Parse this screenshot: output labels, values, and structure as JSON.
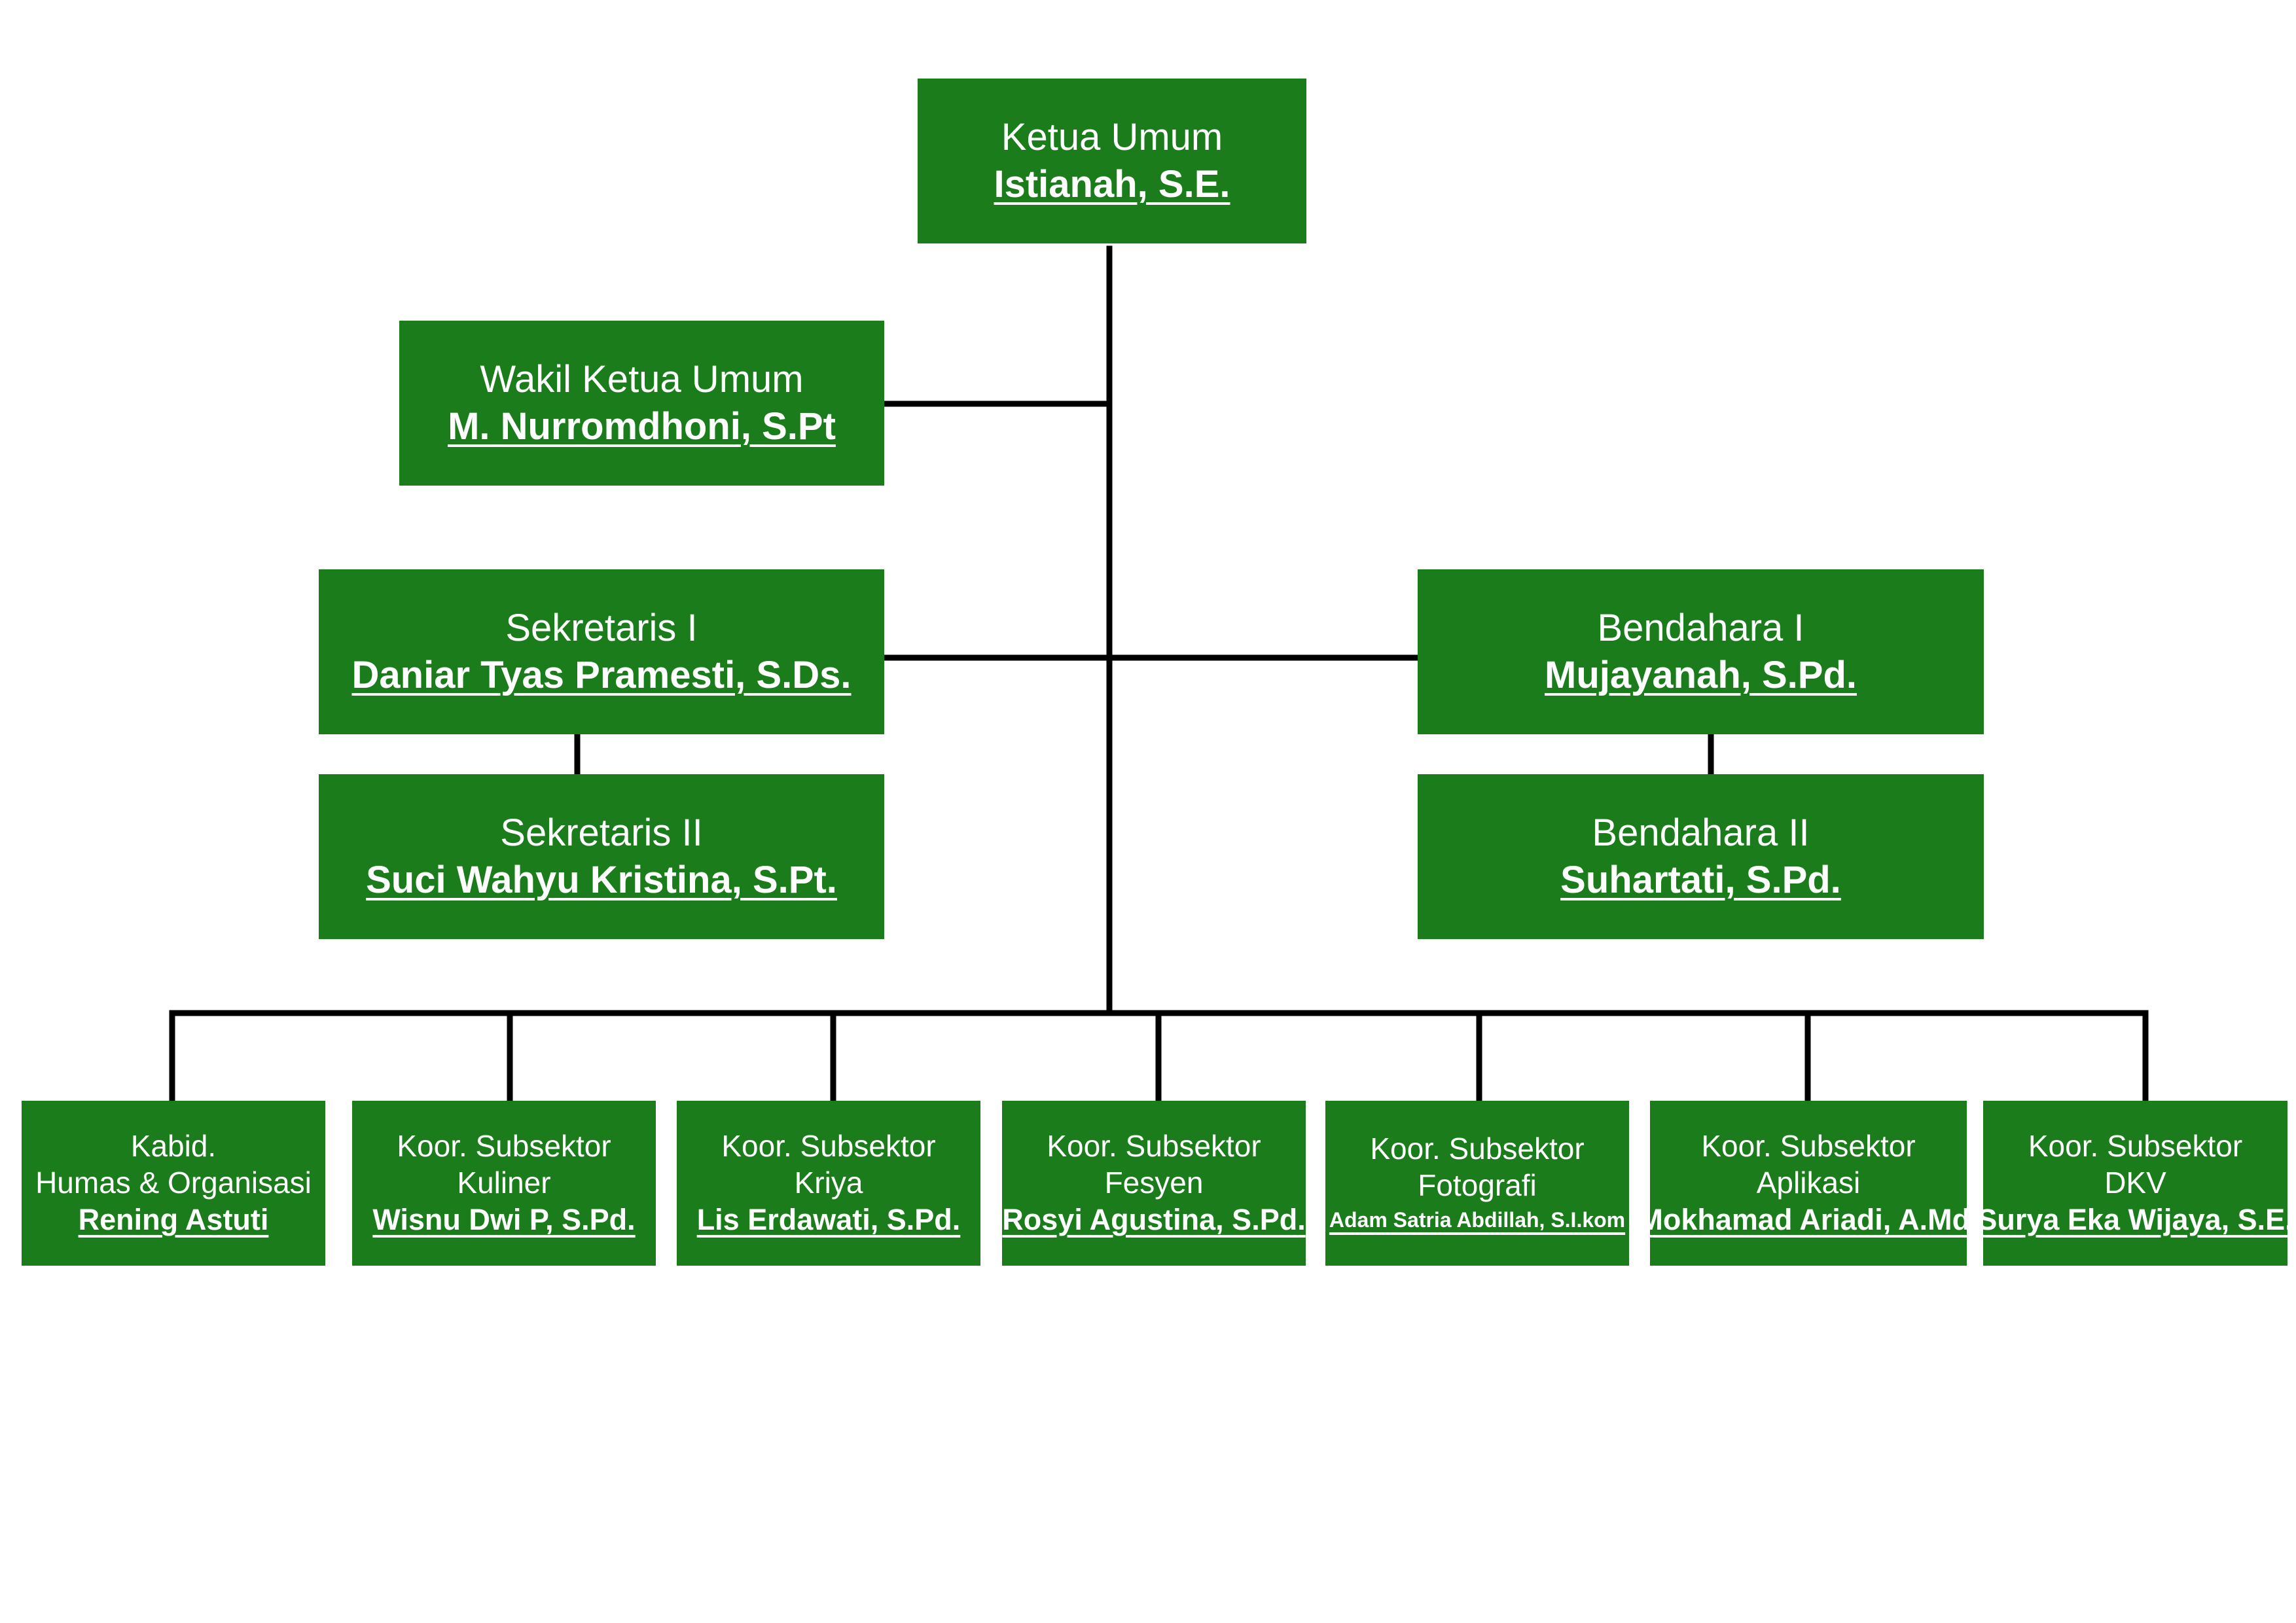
{
  "colors": {
    "box_fill": "#1a7c1a",
    "box_text": "#ffffff",
    "connector": "#000000"
  },
  "ketua": {
    "role": "Ketua Umum",
    "name": "Istianah, S.E."
  },
  "wakil": {
    "role": "Wakil Ketua Umum",
    "name": "M. Nurromdhoni, S.Pt"
  },
  "sekretaris1": {
    "role": "Sekretaris I",
    "name": "Daniar Tyas Pramesti, S.Ds."
  },
  "sekretaris2": {
    "role": "Sekretaris II",
    "name": "Suci Wahyu Kristina, S.Pt."
  },
  "bendahara1": {
    "role": "Bendahara I",
    "name": "Mujayanah, S.Pd."
  },
  "bendahara2": {
    "role": "Bendahara II",
    "name": "Suhartati, S.Pd."
  },
  "subsectors": [
    {
      "role1": "Kabid.",
      "role2": "Humas & Organisasi",
      "name": "Rening Astuti"
    },
    {
      "role1": "Koor. Subsektor",
      "role2": "Kuliner",
      "name": "Wisnu Dwi P, S.Pd."
    },
    {
      "role1": "Koor. Subsektor",
      "role2": "Kriya",
      "name": "Lis Erdawati, S.Pd."
    },
    {
      "role1": "Koor. Subsektor",
      "role2": "Fesyen",
      "name": "Rosyi Agustina, S.Pd."
    },
    {
      "role1": "Koor. Subsektor",
      "role2": "Fotografi",
      "name": "Adam Satria Abdillah, S.I.kom"
    },
    {
      "role1": "Koor. Subsektor",
      "role2": "Aplikasi",
      "name": "Mokhamad Ariadi, A.Md."
    },
    {
      "role1": "Koor. Subsektor",
      "role2": "DKV",
      "name": "Surya Eka Wijaya, S.E."
    }
  ]
}
